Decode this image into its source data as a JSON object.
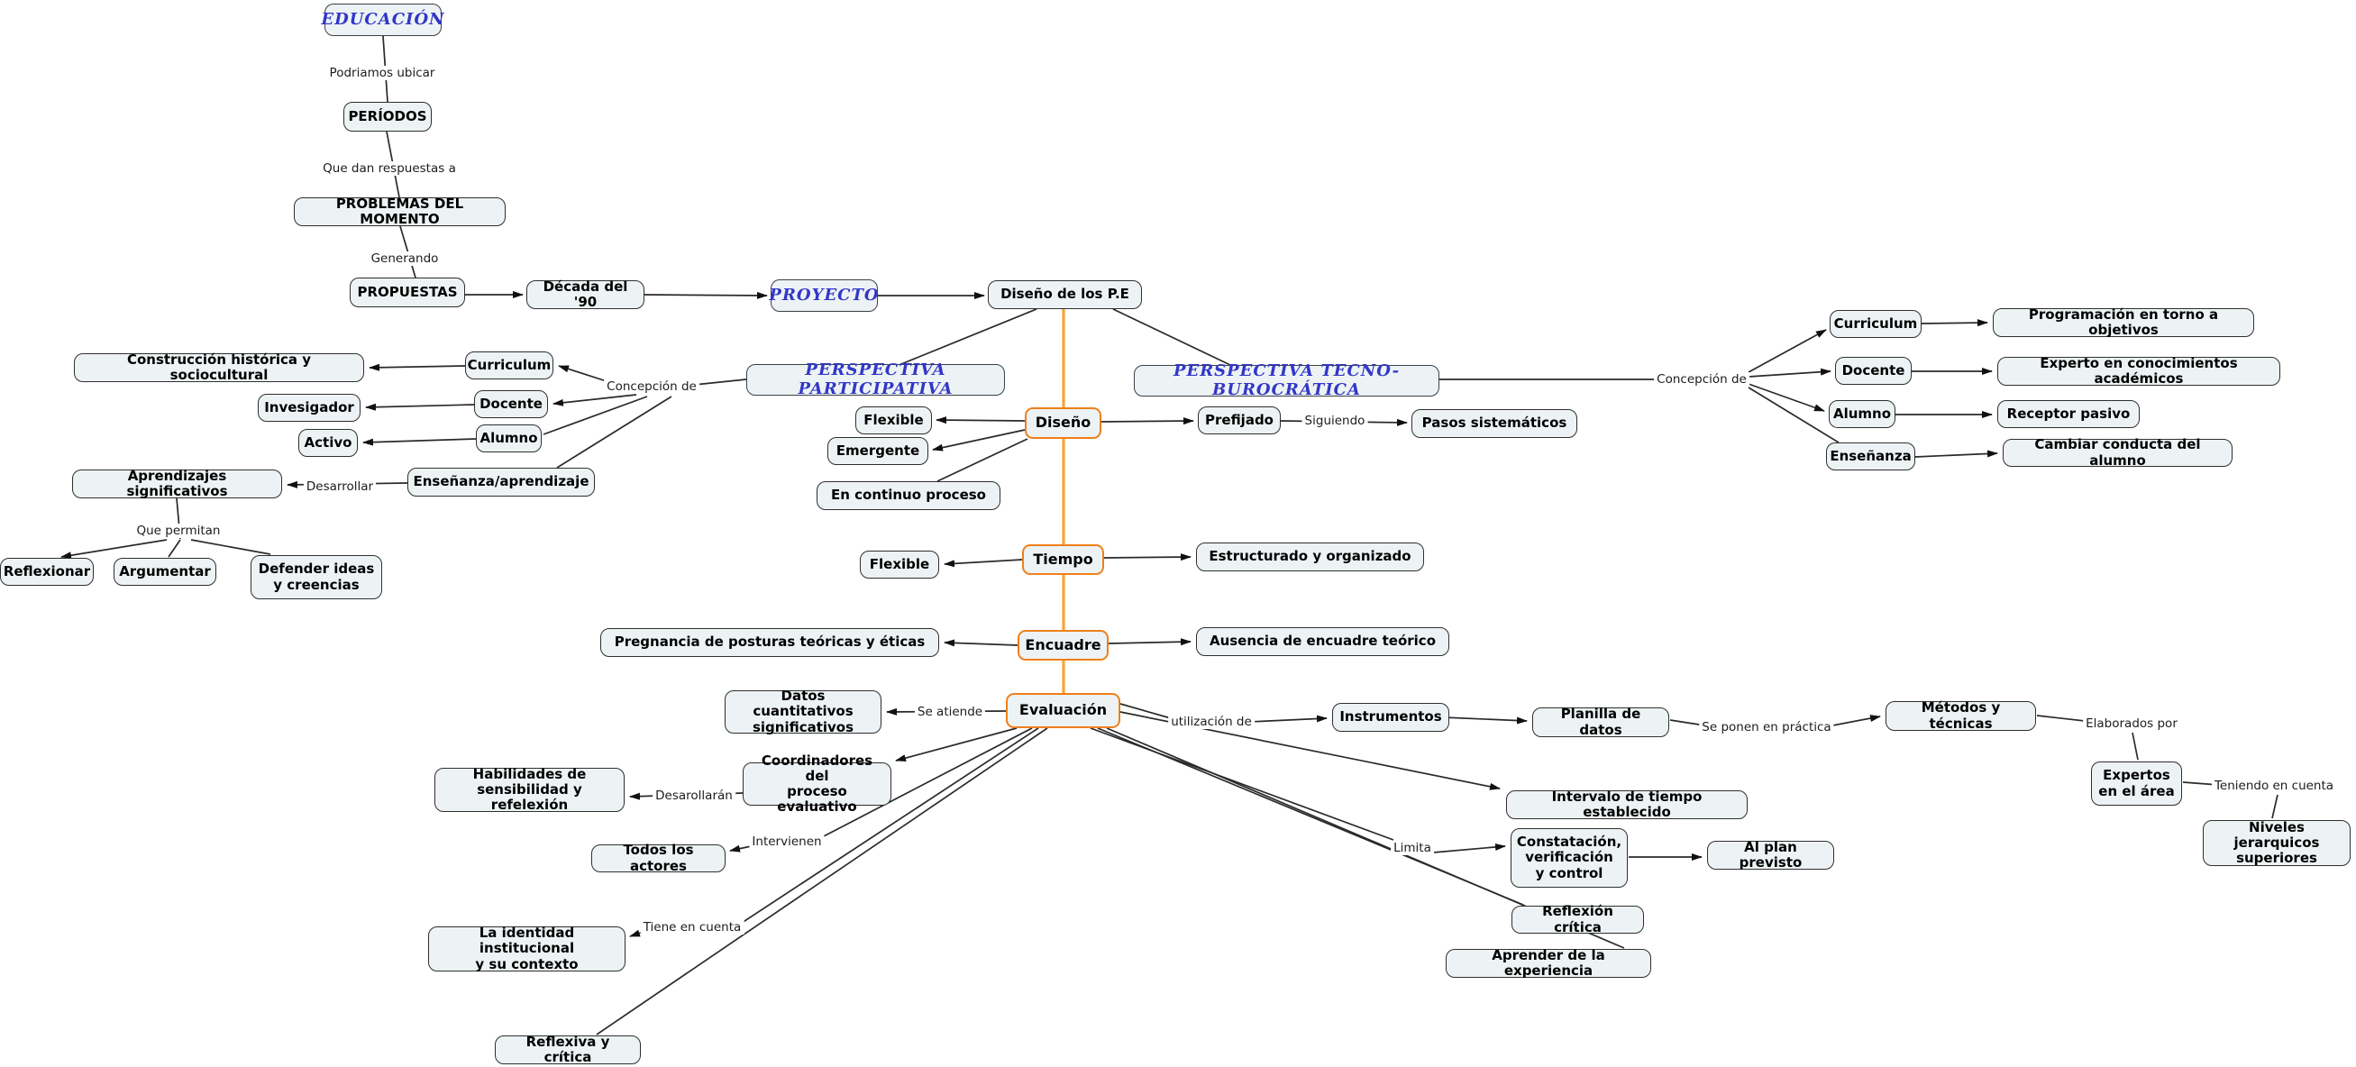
{
  "nodes": {
    "educacion": "EDUCACIÓN",
    "periodos": "PERÍODOS",
    "problemas": "PROBLEMAS DEL MOMENTO",
    "propuestas": "PROPUESTAS",
    "decada": "Década del '90",
    "proyecto": "PROYECTO",
    "disenope": "Diseño de los P.E",
    "construccion": "Construcción histórica y sociocultural",
    "curriculum_izq": "Curriculum",
    "invesigador": "Invesigador",
    "docente_izq": "Docente",
    "activo": "Activo",
    "alumno_izq": "Alumno",
    "perspectiva_part": "PERSPECTIVA PARTICIPATIVA",
    "ensenanza_apr": "Enseñanza/aprendizaje",
    "aprendizajes": "Aprendizajes significativos",
    "reflexionar": "Reflexionar",
    "argumentar": "Argumentar",
    "defender": "Defender ideas\ny creencias",
    "flexible_diseno": "Flexible",
    "emergente": "Emergente",
    "encontinuo": "En continuo proceso",
    "diseno": "Diseño",
    "prefijado": "Prefijado",
    "pasos": "Pasos sistemáticos",
    "perspectiva_tecno": "PERSPECTIVA TECNO-BUROCRÁTICA",
    "curriculum_der": "Curriculum",
    "programacion": "Programación en torno a objetivos",
    "docente_der": "Docente",
    "experto": "Experto en conocimientos académicos",
    "alumno_der": "Alumno",
    "receptor": "Receptor pasivo",
    "ensenanza_der": "Enseñanza",
    "cambiar": "Cambiar conducta del alumno",
    "flexible_tiempo": "Flexible",
    "tiempo": "Tiempo",
    "estructurado": "Estructurado y organizado",
    "pregnancia": "Pregnancia de posturas teóricas y éticas",
    "encuadre": "Encuadre",
    "ausencia": "Ausencia de encuadre teórico",
    "datos": "Datos cuantitativos\nsignificativos",
    "evaluacion": "Evaluación",
    "instrumentos": "Instrumentos",
    "planilla": "Planilla de datos",
    "metodos": "Métodos y técnicas",
    "expertos": "Expertos\nen el área",
    "niveles": "Niveles jerarquicos\nsuperiores",
    "habilidades": "Habilidades de\nsensibilidad y refelexión",
    "coordinadores": "Coordinadores del\nproceso evaluativo",
    "todos": "Todos los actores",
    "identidad": "La identidad institucional\ny su contexto",
    "reflexiva": "Reflexiva y crítica",
    "intervalo": "Intervalo de tiempo establecido",
    "constatacion": "Constatación,\nverificación\ny control",
    "alplan": "Al plan previsto",
    "reflexion_critica": "Reflexión crítica",
    "aprender": "Aprender de la experiencia"
  },
  "links": {
    "podriamos": "Podriamos ubicar",
    "quedan": "Que dan respuestas a",
    "generando": "Generando",
    "concepcion_izq": "Concepción de",
    "desarrollar": "Desarrollar",
    "quepermitan": "Que permitan",
    "siguiendo": "Siguiendo",
    "concepcion_der": "Concepción de",
    "seatiende": "Se atiende",
    "utilizacion": "utilización de",
    "seponen": "Se ponen en práctica",
    "elaborados": "Elaborados por",
    "teniendo": "Teniendo en cuenta",
    "desarollaran": "Desarollarán",
    "intervienen": "Intervienen",
    "tiene": "Tiene en cuenta",
    "limita": "Limita"
  },
  "colors": {
    "node_fill": "#EDF3F4",
    "node_border": "#2F2F2F",
    "blue_text": "#3237C8",
    "orange_border": "#EF7F1A",
    "trunk_orange": "#F9A33C",
    "line": "#2A2A2A"
  }
}
